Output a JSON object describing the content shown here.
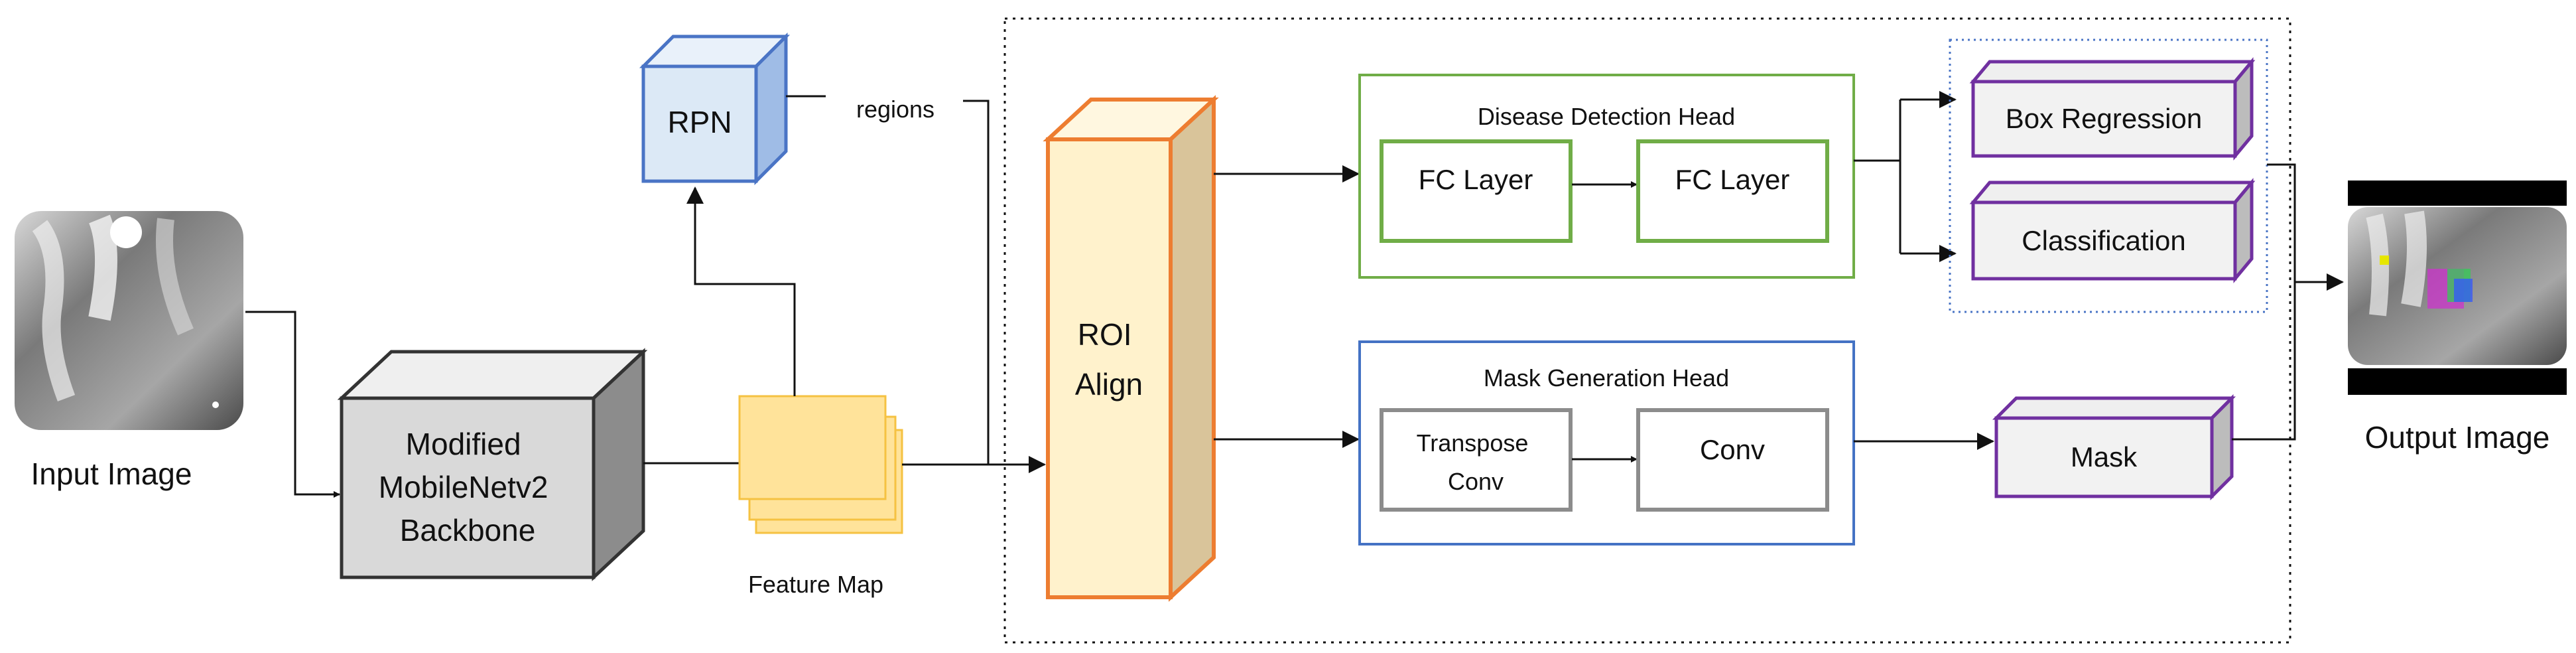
{
  "diagram": {
    "input_label": "Input Image",
    "backbone_lines": [
      "Modified",
      "MobileNetv2",
      "Backbone"
    ],
    "rpn_label": "RPN",
    "regions_label": "regions",
    "feature_map_label": "Feature Map",
    "roi_lines": [
      "ROI",
      "Align"
    ],
    "detection_head_title": "Disease Detection Head",
    "fc_layer_1": "FC Layer",
    "fc_layer_2": "FC Layer",
    "mask_head_title": "Mask Generation Head",
    "transpose_conv_lines": [
      "Transpose",
      "Conv"
    ],
    "conv_label": "Conv",
    "box_regression_label": "Box Regression",
    "classification_label": "Classification",
    "mask_label": "Mask",
    "output_label": "Output Image"
  },
  "colors": {
    "rpn_fill": "#dce9f6",
    "rpn_stroke": "#4a74c5",
    "feature_fill": "#ffe39a",
    "feature_stroke": "#f5c242",
    "roi_front": "#fff2cc",
    "roi_side": "#d9c49a",
    "roi_stroke": "#ed7d31",
    "detection_stroke": "#70ad47",
    "mask_head_stroke": "#4472c4",
    "output_stroke": "#7030a0",
    "grey_stroke": "#8c8c8c",
    "backbone_fill": "#d9d9d9"
  }
}
